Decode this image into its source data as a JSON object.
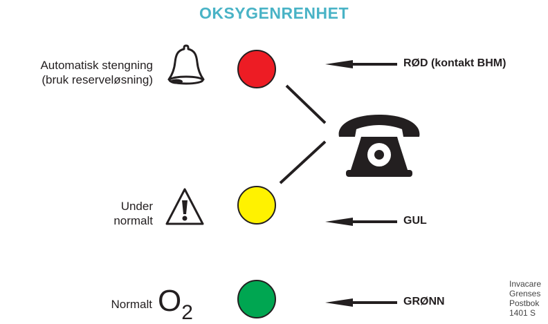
{
  "title": "OKSYGENRENHET",
  "colors": {
    "title": "#49b3c6",
    "red": "#ed1c24",
    "yellow": "#fff200",
    "green": "#00a651",
    "ink": "#231f20"
  },
  "rows": [
    {
      "description_lines": [
        "Automatisk stengning",
        "(bruk reserveløsning)"
      ],
      "icon": "bell-icon",
      "light_color": "red",
      "label": "RØD (kontakt BHM)"
    },
    {
      "description_lines": [
        "Under",
        "normalt"
      ],
      "icon": "warning-icon",
      "light_color": "yellow",
      "label": "GUL"
    },
    {
      "description_lines": [
        "Normalt"
      ],
      "icon": "o2-symbol",
      "icon_text": "O",
      "icon_subscript": "2",
      "light_color": "green",
      "label": "GRØNN"
    }
  ],
  "telephone_icon": "telephone-icon",
  "address_lines": [
    "Invacare",
    "Grenses",
    "Postbok",
    "1401 S"
  ]
}
